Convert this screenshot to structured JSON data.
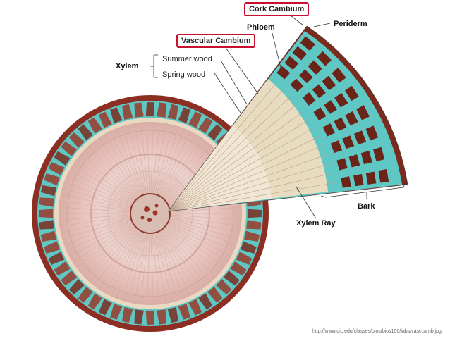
{
  "labels": {
    "cork_cambium": "Cork Cambium",
    "periderm": "Periderm",
    "phloem": "Phloem",
    "vascular_cambium": "Vascular Cambium",
    "xylem": "Xylem",
    "summer_wood": "Summer wood",
    "spring_wood": "Spring wood",
    "bark": "Bark",
    "xylem_ray": "Xylem Ray"
  },
  "credit": "http://www.uic.edu/classes/bios/bios100/labs/vasccamb.jpg",
  "colors": {
    "highlight_border": "#c8102e",
    "pith": "#c9a9a0",
    "xylem_tissue": "#e9c9c3",
    "bark_red": "#8a2a1e",
    "cambium_teal": "#5fc7c4",
    "phloem_cream": "#e8dcc0"
  }
}
